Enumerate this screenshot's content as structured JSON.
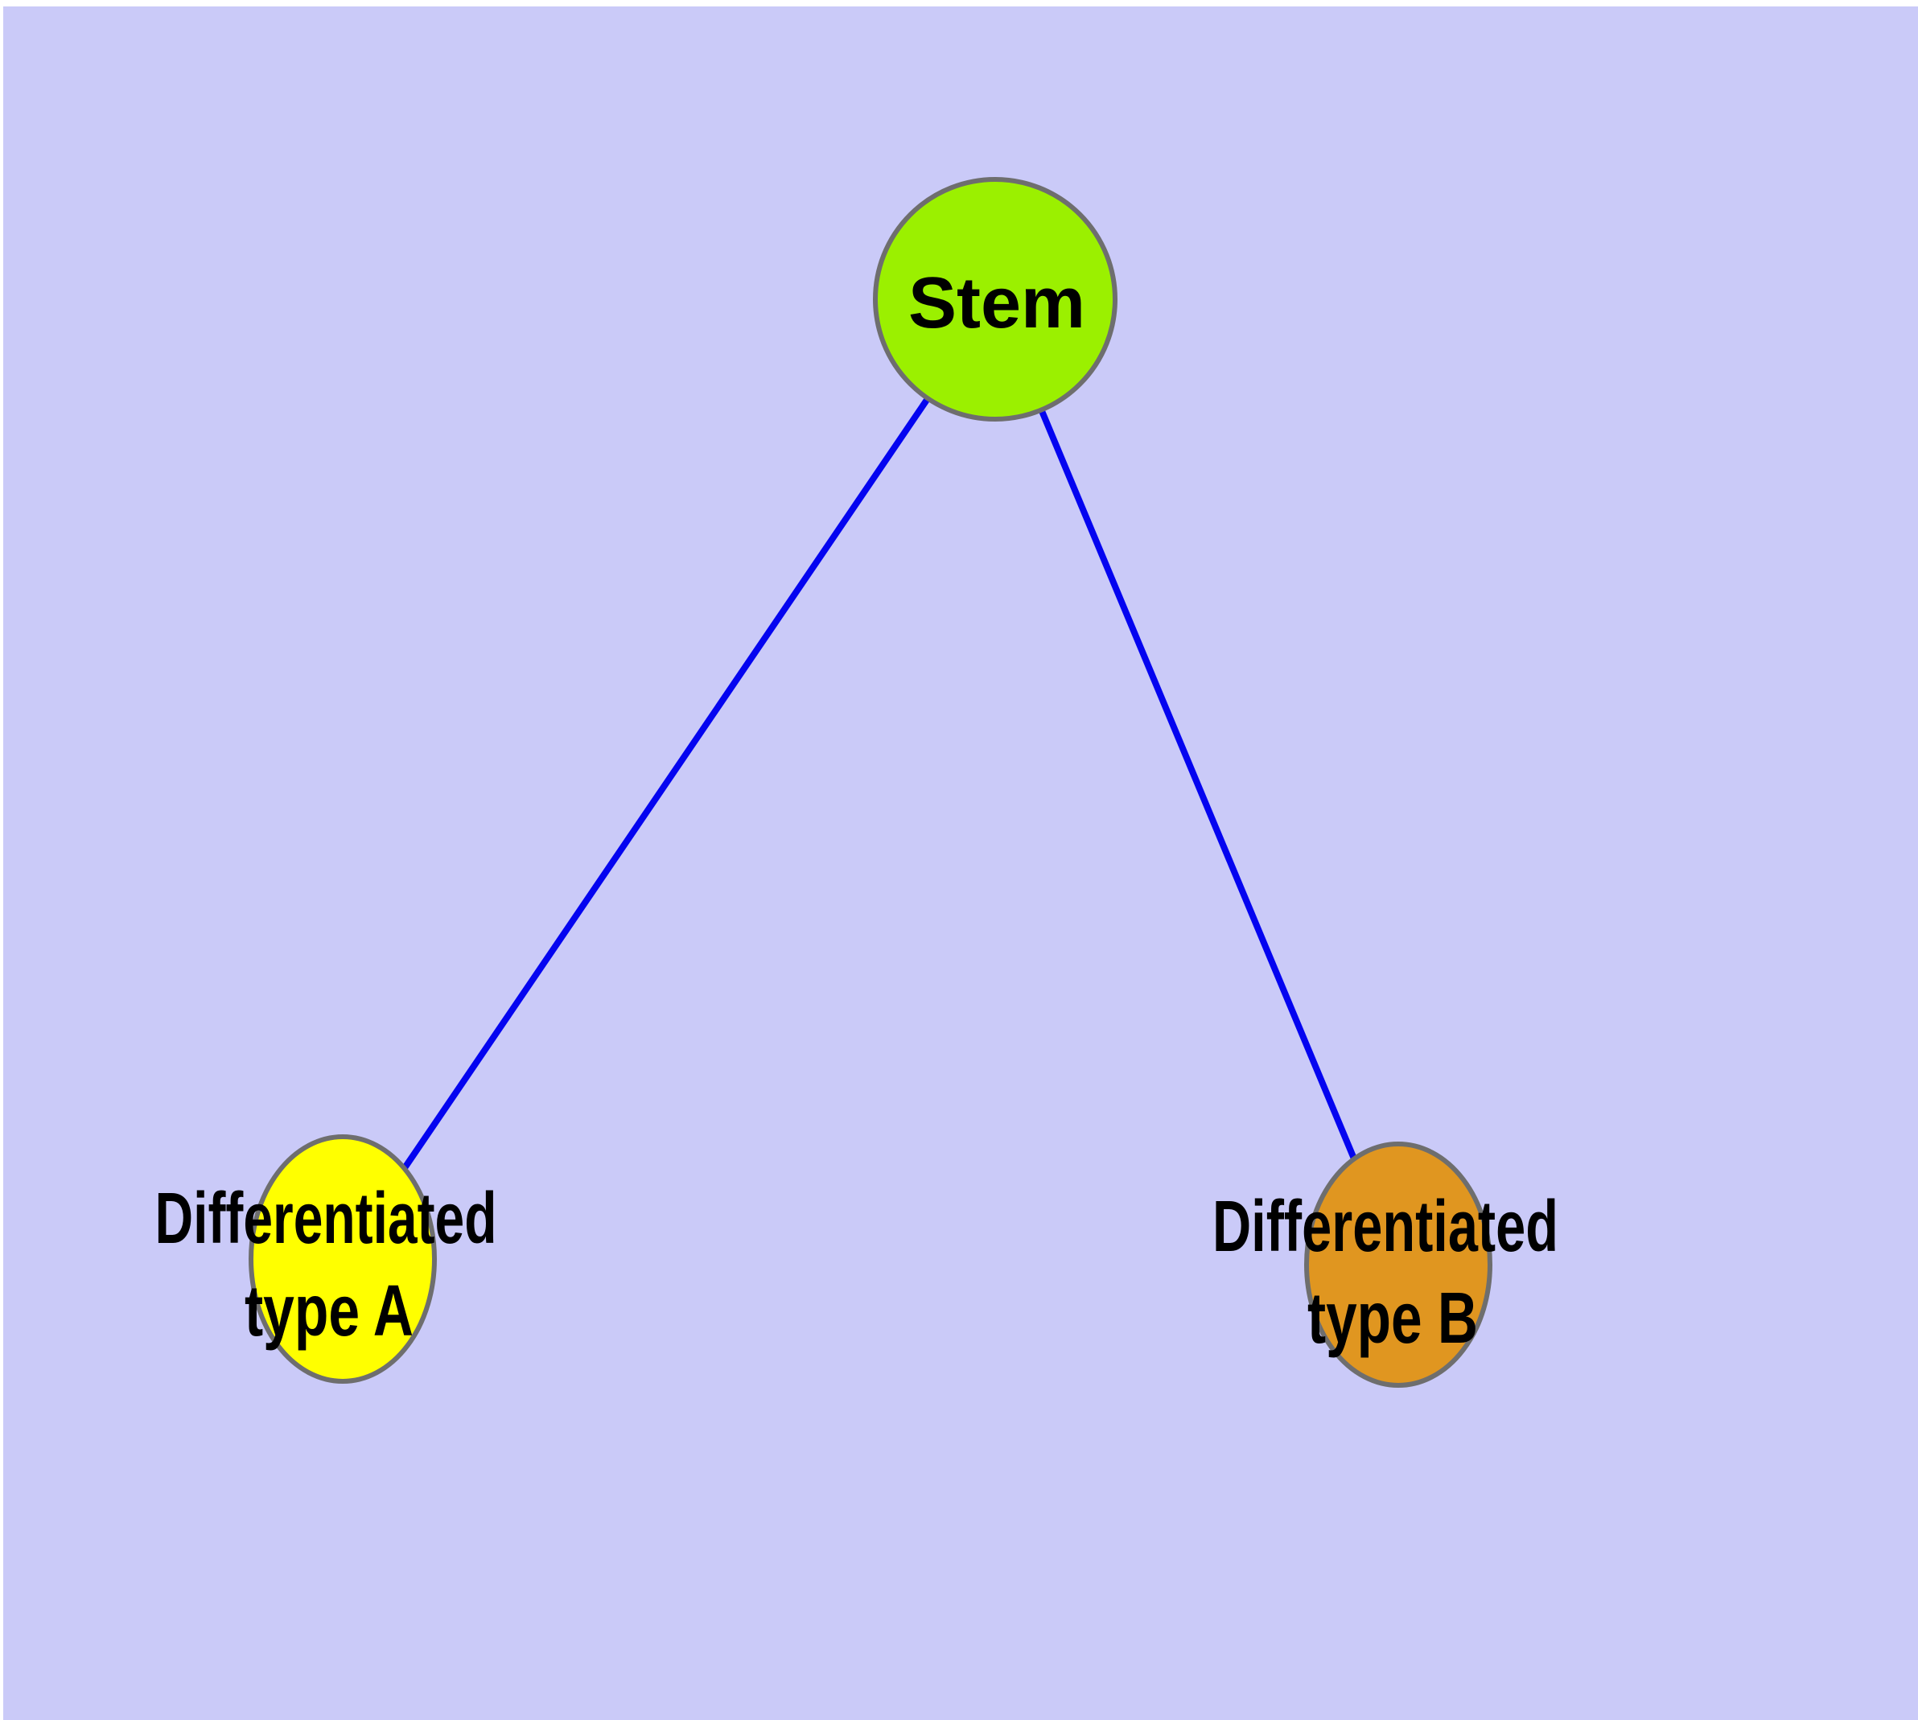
{
  "figure": {
    "kind": "cell-differentiation-graph",
    "page_background": "#FFFFFF",
    "plot_background": "#CACAF8"
  },
  "graph": {
    "edge_color": "#0404F0",
    "node_border_color": "#6E6E6E",
    "nodes": {
      "stem": {
        "label": "Stem",
        "fill": "#9BF000"
      },
      "diff_a": {
        "label": "Differentiated type A",
        "line1": "Differentiated",
        "line2": "type A",
        "fill": "#FFFF00"
      },
      "diff_b": {
        "label": "Differentiated type B",
        "line1": "Differentiated",
        "line2": "type B",
        "fill": "#E09620"
      }
    },
    "edges": [
      {
        "from": "stem",
        "to": "diff_a"
      },
      {
        "from": "stem",
        "to": "diff_b"
      }
    ]
  }
}
